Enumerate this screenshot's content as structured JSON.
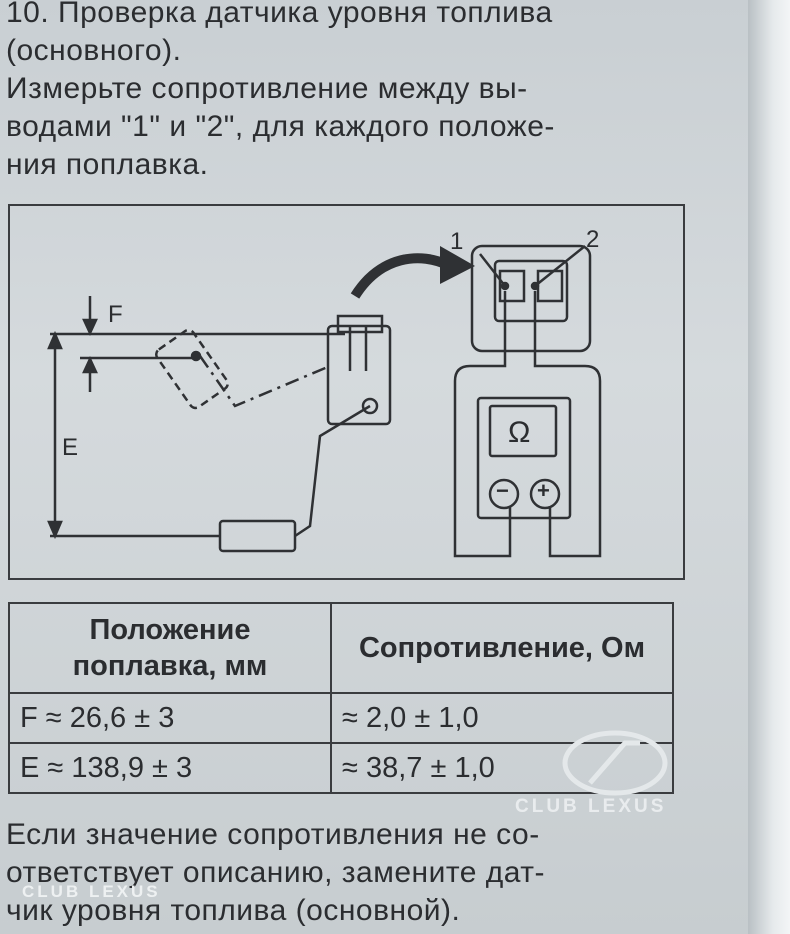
{
  "intro": {
    "lines": [
      "10. Проверка датчика уровня топлива",
      "(основного).",
      "Измерьте сопротивление между вы-",
      "водами \"1\" и \"2\", для каждого положе-",
      "ния поплавка."
    ]
  },
  "diagram": {
    "label_f": "F",
    "label_e": "E",
    "terminal_1": "1",
    "terminal_2": "2",
    "ohm_symbol": "Ω",
    "minus_symbol": "−",
    "plus_symbol": "+"
  },
  "table": {
    "headers": [
      "Положение поплавка, мм",
      "Сопротивление, Ом"
    ],
    "rows": [
      [
        "F ≈ 26,6 ± 3",
        "≈ 2,0 ± 1,0"
      ],
      [
        "E ≈ 138,9 ± 3",
        "≈ 38,7 ± 1,0"
      ]
    ]
  },
  "outro": {
    "lines": [
      "Если значение сопротивления не со-",
      "ответствует описанию, замените дат-",
      "чик уровня топлива (основной)."
    ]
  },
  "watermarks": [
    "CLUB LEXUS",
    "CLUB LEXUS"
  ]
}
